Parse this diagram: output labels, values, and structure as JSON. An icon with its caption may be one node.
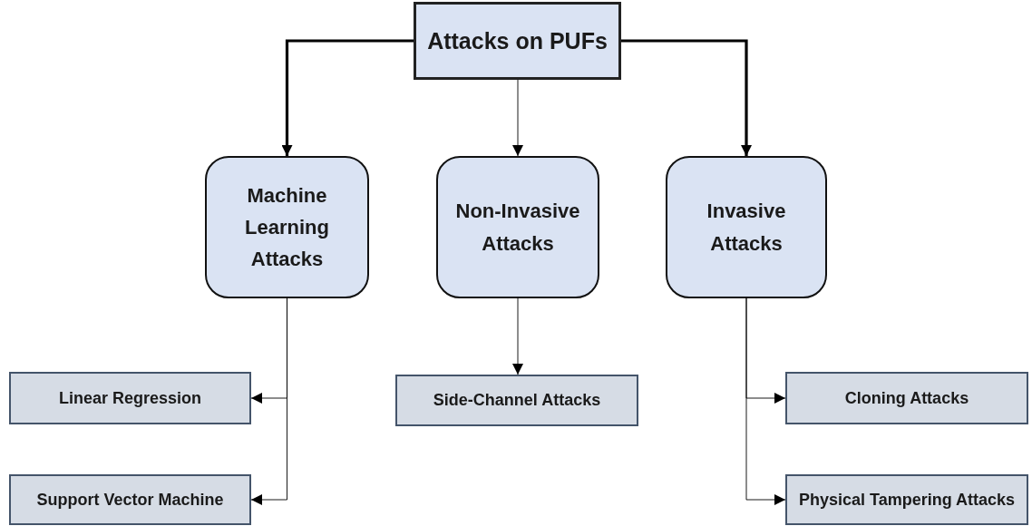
{
  "diagram": {
    "nodes": [
      {
        "text": [
          "Attacks on PUFs"
        ]
      },
      {
        "text": [
          "Machine Learning Attacks"
        ]
      },
      {
        "text": [
          "Non-Invasive Attacks"
        ]
      },
      {
        "text": [
          "Invasive Attacks"
        ]
      },
      {
        "text": [
          "Linear Regression"
        ]
      },
      {
        "text": [
          "Support Vector Machine"
        ]
      },
      {
        "text": [
          "Side-Channel Attacks"
        ]
      },
      {
        "text": [
          "Cloning Attacks"
        ]
      },
      {
        "text": [
          "Physical Tampering Attacks"
        ]
      }
    ],
    "edges": [
      {
        "from": 0,
        "to": 1,
        "arrow": "to",
        "style": "thick"
      },
      {
        "from": 0,
        "to": 2,
        "arrow": "to"
      },
      {
        "from": 0,
        "to": 3,
        "arrow": "to",
        "style": "thick"
      },
      {
        "from": 1,
        "to": 4,
        "arrow": "to"
      },
      {
        "from": 1,
        "to": 5,
        "arrow": "to"
      },
      {
        "from": 2,
        "to": 6,
        "arrow": "to"
      },
      {
        "from": 3,
        "to": 7,
        "arrow": "to"
      },
      {
        "from": 3,
        "to": 8,
        "arrow": "to"
      }
    ]
  }
}
